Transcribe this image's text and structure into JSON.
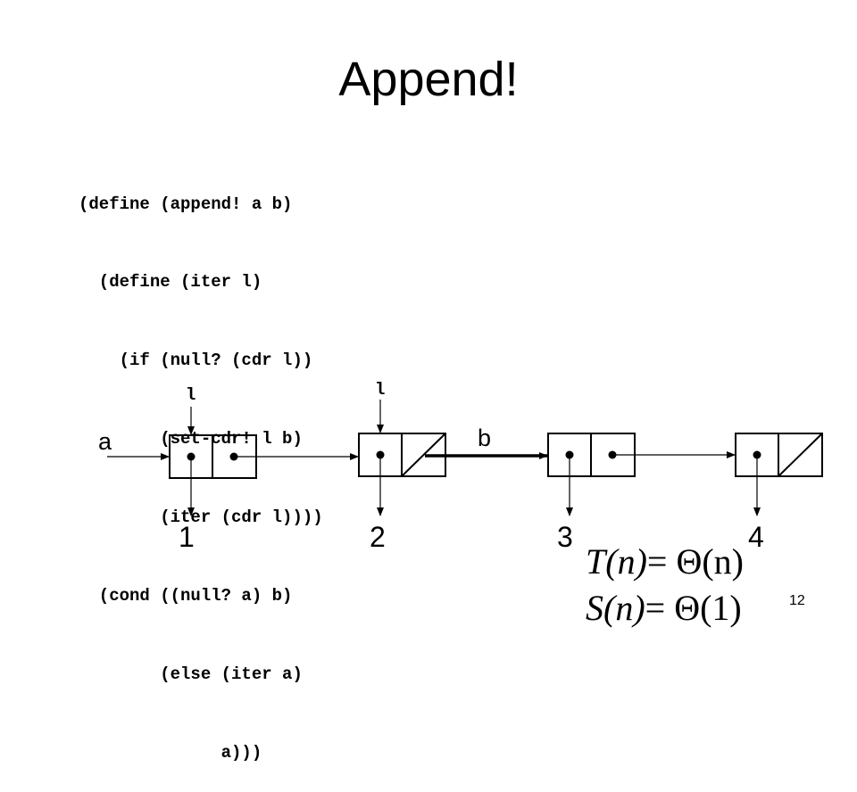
{
  "title": "Append!",
  "code_lines": [
    "(define (append! a b)",
    "  (define (iter l)",
    "    (if (null? (cdr l))",
    "        (set-cdr! l b)",
    "        (iter (cdr l))))",
    "  (cond ((null? a) b)",
    "        (else (iter a)",
    "              a)))"
  ],
  "diagram": {
    "pointer_label_l_first": "l",
    "pointer_label_l_second": "l",
    "var_a": "a",
    "var_b": "b",
    "values": [
      "1",
      "2",
      "3",
      "4"
    ]
  },
  "formulas": {
    "time_lhs": "T(n)",
    "time_rhs": "= Θ(n)",
    "space_lhs": "S(n)",
    "space_rhs": "= Θ(1)"
  },
  "slide_number": "12"
}
